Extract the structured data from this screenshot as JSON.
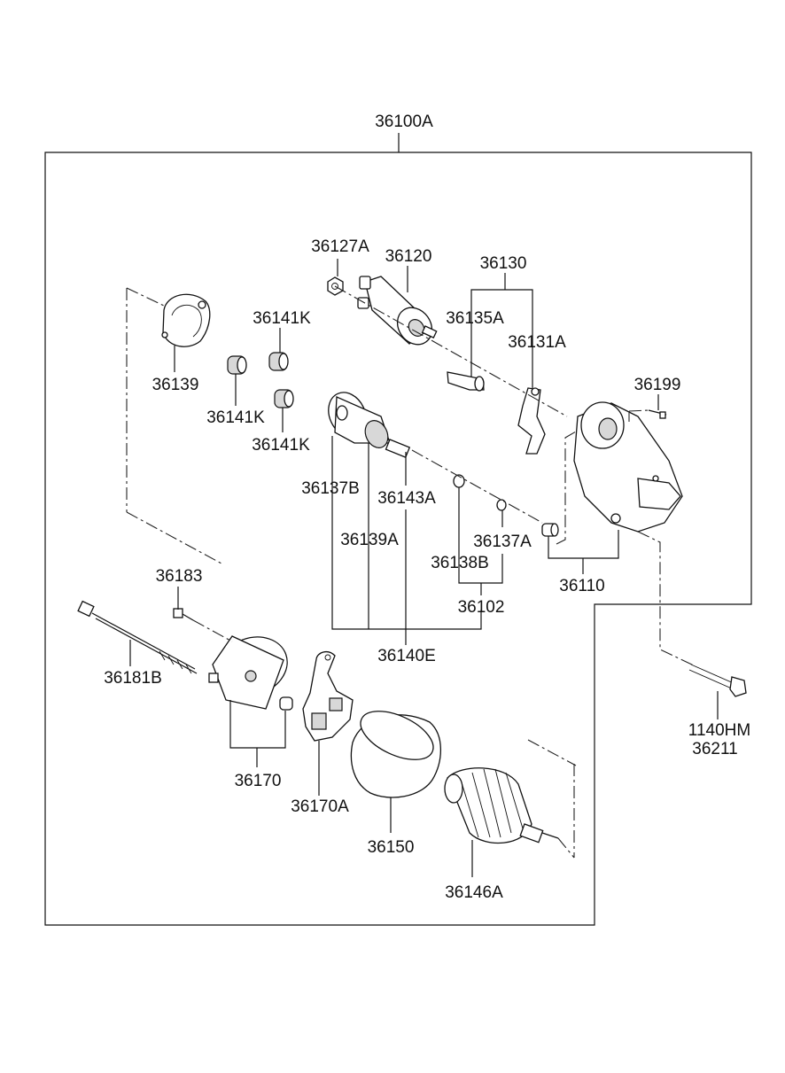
{
  "title_part": "36100A",
  "labels": {
    "p36127A": "36127A",
    "p36120": "36120",
    "p36130": "36130",
    "p36141K_a": "36141K",
    "p36135A": "36135A",
    "p36131A": "36131A",
    "p36139": "36139",
    "p36199": "36199",
    "p36141K_b": "36141K",
    "p36141K_c": "36141K",
    "p36137B": "36137B",
    "p36143A": "36143A",
    "p36139A": "36139A",
    "p36137A": "36137A",
    "p36138B": "36138B",
    "p36110": "36110",
    "p36183": "36183",
    "p36102": "36102",
    "p36181B": "36181B",
    "p36140E": "36140E",
    "p1140HM": "1140HM",
    "p36211": "36211",
    "p36170": "36170",
    "p36170A": "36170A",
    "p36150": "36150",
    "p36146A": "36146A"
  }
}
